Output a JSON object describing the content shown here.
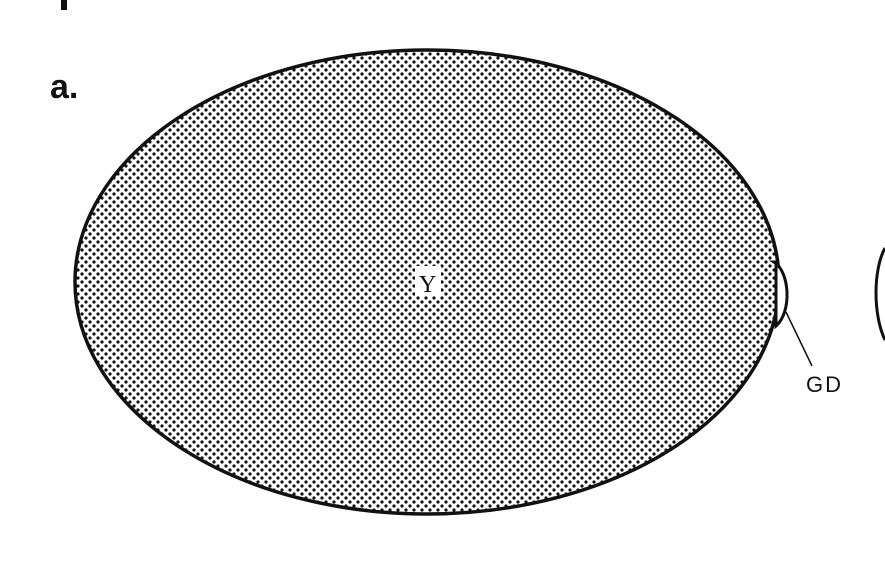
{
  "panel_label": "a.",
  "labels": {
    "yolk": "Y",
    "germinal_disc": "GD"
  },
  "colors": {
    "ink": "#111111",
    "background": "#ffffff"
  }
}
